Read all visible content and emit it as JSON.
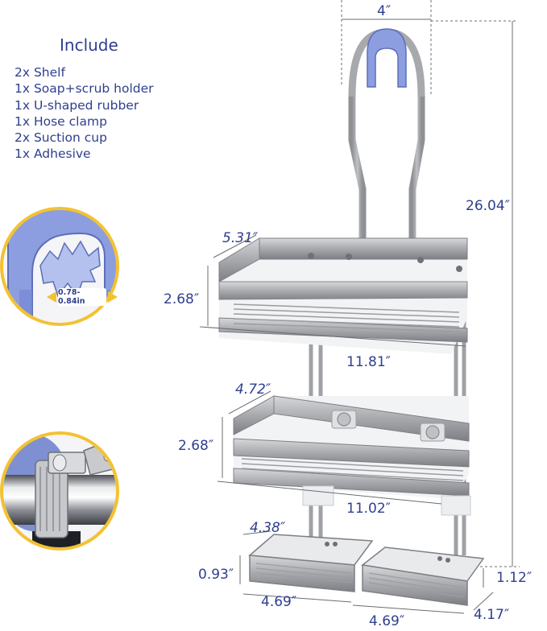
{
  "include": {
    "title": "Include",
    "items": [
      "2x Shelf",
      "1x Soap+scrub holder",
      "1x U-shaped rubber",
      "1x Hose clamp",
      "2x Suction cup",
      "1x Adhesive"
    ]
  },
  "dimensions": {
    "hook_width": "4″",
    "total_height": "26.04″",
    "top_depth": "5.31″",
    "top_height": "2.68″",
    "top_width": "11.81″",
    "mid_depth": "4.72″",
    "mid_height": "2.68″",
    "mid_width": "11.02″",
    "soap_depth": "4.38″",
    "soap_height_left": "0.93″",
    "soap_height_right": "1.12″",
    "soap_width_left": "4.69″",
    "soap_width_right": "4.69″",
    "soap_depth_right": "4.17″"
  },
  "rubber_callout": {
    "range_label": "0.78-0.84in"
  },
  "colors": {
    "accent_text": "#2f3f8f",
    "callout_ring": "#f3c233",
    "rubber": "#8c9ee0",
    "steel": "#a9abaf"
  }
}
